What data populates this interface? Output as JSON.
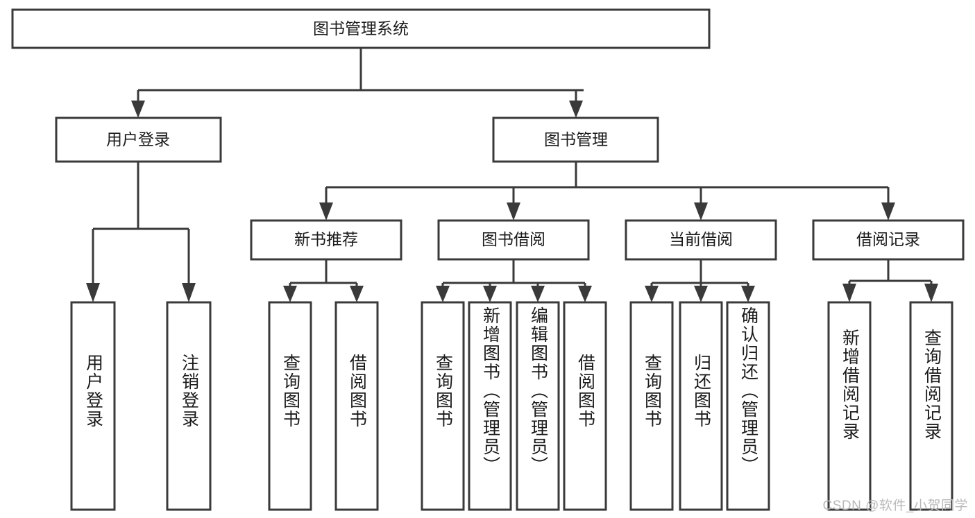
{
  "diagram": {
    "title": "图书管理系统",
    "watermark": "CSDN @软件_小贺同学",
    "stroke_color": "#3a3a3a",
    "text_color": "#1b1b1b",
    "background_color": "#ffffff",
    "watermark_color": "#b9b9b9",
    "root": {
      "label": "图书管理系统"
    },
    "level2": [
      {
        "label": "用户登录"
      },
      {
        "label": "图书管理"
      }
    ],
    "level3": [
      {
        "label": "新书推荐"
      },
      {
        "label": "图书借阅"
      },
      {
        "label": "当前借阅"
      },
      {
        "label": "借阅记录"
      }
    ],
    "leaves": [
      {
        "label": "用户登录",
        "parent": "用户登录"
      },
      {
        "label": "注销登录",
        "parent": "用户登录"
      },
      {
        "label": "查询图书",
        "parent": "新书推荐"
      },
      {
        "label": "借阅图书",
        "parent": "新书推荐"
      },
      {
        "label": "查询图书",
        "parent": "图书借阅"
      },
      {
        "label": "新增图书（管理员）",
        "parent": "图书借阅"
      },
      {
        "label": "编辑图书（管理员）",
        "parent": "图书借阅"
      },
      {
        "label": "借阅图书",
        "parent": "图书借阅"
      },
      {
        "label": "查询图书",
        "parent": "当前借阅"
      },
      {
        "label": "归还图书",
        "parent": "当前借阅"
      },
      {
        "label": "确认归还（管理员）",
        "parent": "当前借阅"
      },
      {
        "label": "新增借阅记录",
        "parent": "借阅记录"
      },
      {
        "label": "查询借阅记录",
        "parent": "借阅记录"
      }
    ]
  }
}
